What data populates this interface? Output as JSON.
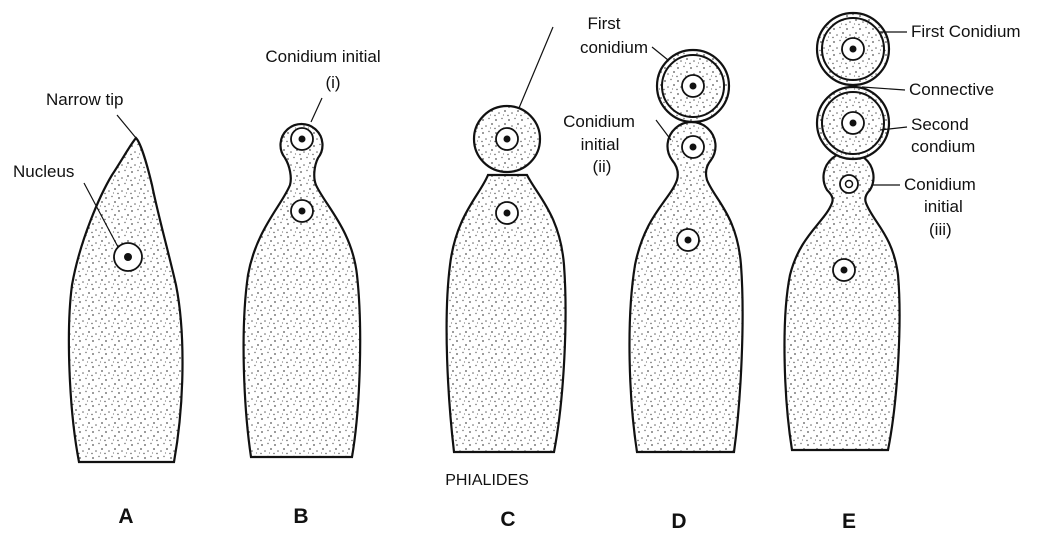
{
  "figure": {
    "caption": "PHIALIDES",
    "panels": [
      {
        "id": "A",
        "letter": "A",
        "labels": {
          "tip": "Narrow tip",
          "nucleus": "Nucleus"
        }
      },
      {
        "id": "B",
        "letter": "B",
        "labels": {
          "initial_line1": "Conidium initial",
          "initial_line2": "(i)"
        }
      },
      {
        "id": "C",
        "letter": "C",
        "labels": {}
      },
      {
        "id": "D",
        "letter": "D",
        "labels": {
          "first_line1": "First",
          "first_line2": "conidium",
          "initial_line1": "Conidium",
          "initial_line2": "initial",
          "initial_line3": "(ii)"
        }
      },
      {
        "id": "E",
        "letter": "E",
        "labels": {
          "first": "First Conidium",
          "connective": "Connective",
          "second_line1": "Second",
          "second_line2": "condium",
          "initial_line1": "Conidium",
          "initial_line2": "initial",
          "initial_line3": "(iii)"
        }
      }
    ]
  }
}
